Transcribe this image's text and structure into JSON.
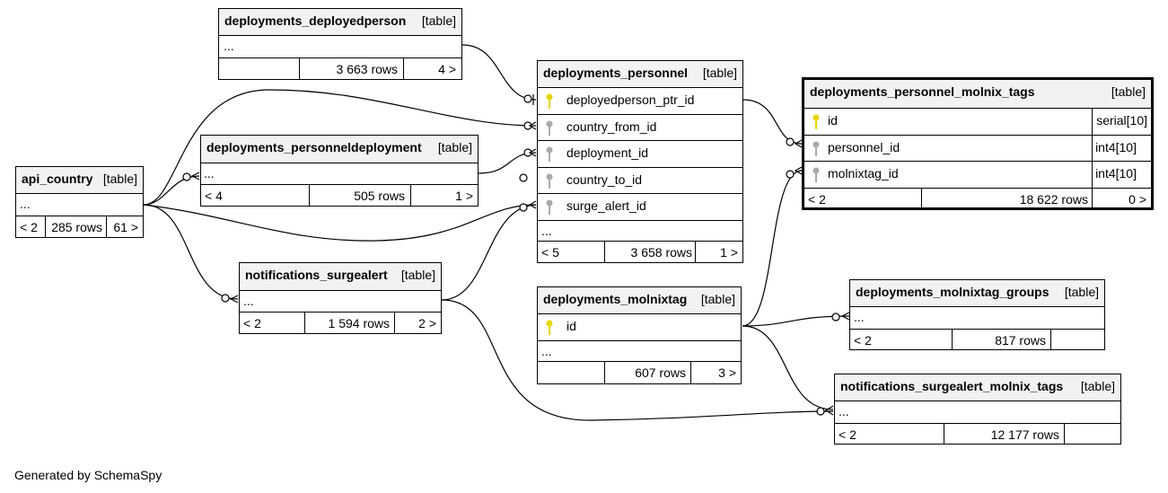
{
  "tables": {
    "deployedperson": {
      "name": "deployments_deployedperson",
      "type": "[table]",
      "more": "...",
      "parents": "",
      "rows": "3 663 rows",
      "children": "4 >"
    },
    "personnel": {
      "name": "deployments_personnel",
      "type": "[table]",
      "columns": [
        {
          "name": "deployedperson_ptr_id",
          "key": "primary"
        },
        {
          "name": "country_from_id",
          "key": "foreign"
        },
        {
          "name": "deployment_id",
          "key": "foreign"
        },
        {
          "name": "country_to_id",
          "key": "foreign"
        },
        {
          "name": "surge_alert_id",
          "key": "foreign"
        }
      ],
      "more": "...",
      "parents": "< 5",
      "rows": "3 658 rows",
      "children": "1 >"
    },
    "molnix_tags": {
      "name": "deployments_personnel_molnix_tags",
      "type": "[table]",
      "columns": [
        {
          "name": "id",
          "type": "serial[10]",
          "key": "primary"
        },
        {
          "name": "personnel_id",
          "type": "int4[10]",
          "key": "foreign"
        },
        {
          "name": "molnixtag_id",
          "type": "int4[10]",
          "key": "foreign"
        }
      ],
      "parents": "< 2",
      "rows": "18 622 rows",
      "children": "0 >"
    },
    "personneldeployment": {
      "name": "deployments_personneldeployment",
      "type": "[table]",
      "more": "...",
      "parents": "< 4",
      "rows": "505 rows",
      "children": "1 >"
    },
    "api_country": {
      "name": "api_country",
      "type": "[table]",
      "more": "...",
      "parents": "< 2",
      "rows": "285 rows",
      "children": "61 >"
    },
    "surgealert": {
      "name": "notifications_surgealert",
      "type": "[table]",
      "more": "...",
      "parents": "< 2",
      "rows": "1 594 rows",
      "children": "2 >"
    },
    "molnixtag": {
      "name": "deployments_molnixtag",
      "type": "[table]",
      "columns": [
        {
          "name": "id",
          "key": "primary"
        }
      ],
      "more": "...",
      "parents": "",
      "rows": "607 rows",
      "children": "3 >"
    },
    "molnixtag_groups": {
      "name": "deployments_molnixtag_groups",
      "type": "[table]",
      "more": "...",
      "parents": "< 2",
      "rows": "817 rows",
      "children": ""
    },
    "surgealert_molnix_tags": {
      "name": "notifications_surgealert_molnix_tags",
      "type": "[table]",
      "more": "...",
      "parents": "< 2",
      "rows": "12 177 rows",
      "children": ""
    }
  },
  "colors": {
    "primary_key": "#e6d600",
    "foreign_key": "#aaaaaa",
    "header_bg": "#f2f2f2"
  },
  "footer": "Generated by SchemaSpy"
}
